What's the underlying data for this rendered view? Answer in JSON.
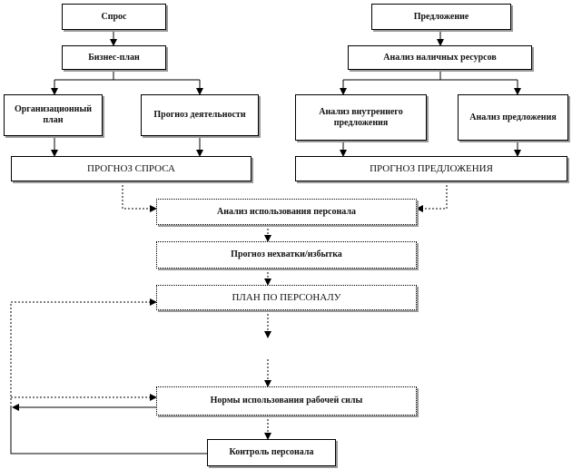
{
  "diagram": {
    "nodes": {
      "demand": "Спрос",
      "supply": "Предложение",
      "business_plan": "Бизнес-план",
      "resource_analysis": "Анализ наличных ресурсов",
      "org_plan": "Организационный план",
      "activity_forecast": "Прогноз деятельности",
      "internal_supply_analysis": "Анализ внутреннего предложения",
      "supply_analysis": "Анализ предложения",
      "demand_forecast": "ПРОГНОЗ СПРОСА",
      "supply_forecast": "ПРОГНОЗ ПРЕДЛОЖЕНИЯ",
      "staff_usage_analysis": "Анализ использования персонала",
      "shortage_surplus_forecast": "Прогноз нехватки/избытка",
      "staff_plan": "ПЛАН ПО ПЕРСОНАЛУ",
      "workforce_norms": "Нормы использования рабочей силы",
      "staff_control": "Контроль персонала"
    },
    "colors": {
      "stroke": "#000000",
      "shadow": "#999999"
    }
  }
}
